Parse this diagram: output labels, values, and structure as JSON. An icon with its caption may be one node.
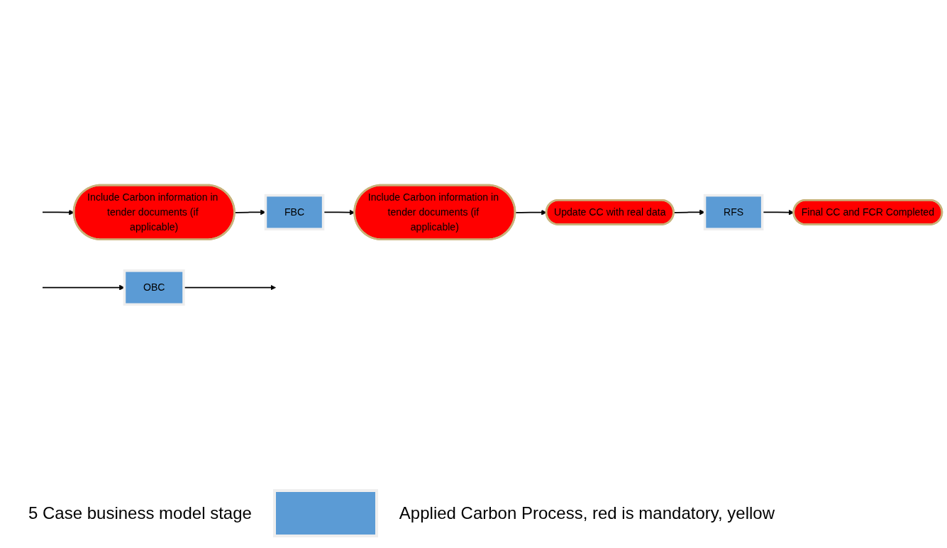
{
  "diagram": {
    "nodes": [
      {
        "text": [
          "OBC"
        ]
      },
      {
        "text": [
          "Include Carbon information in tender documents (if applicable)"
        ]
      },
      {
        "text": [
          "FBC"
        ]
      },
      {
        "text": [
          "Include Carbon information in tender documents (if applicable)"
        ]
      },
      {
        "text": [
          "Update CC with real data"
        ]
      },
      {
        "text": [
          "RFS"
        ]
      },
      {
        "text": [
          "Final CC and FCR Completed"
        ]
      }
    ],
    "edges": [
      {
        "from": null,
        "to": 0,
        "arrow": "to"
      },
      {
        "from": 0,
        "to": null,
        "arrow": "to"
      },
      {
        "from": null,
        "to": 1,
        "arrow": "to"
      },
      {
        "from": 1,
        "to": 2,
        "arrow": "to"
      },
      {
        "from": 2,
        "to": 3,
        "arrow": "to"
      },
      {
        "from": 3,
        "to": 4,
        "arrow": "to"
      },
      {
        "from": 4,
        "to": 5,
        "arrow": "to"
      },
      {
        "from": 5,
        "to": 6,
        "arrow": "to"
      }
    ],
    "labels": [
      "Applied Carbon Process, red is mandatory, yellow"
    ],
    "legend": [
      {
        "text": "5 Case business model stage",
        "color": "#5b9bd5"
      }
    ]
  }
}
